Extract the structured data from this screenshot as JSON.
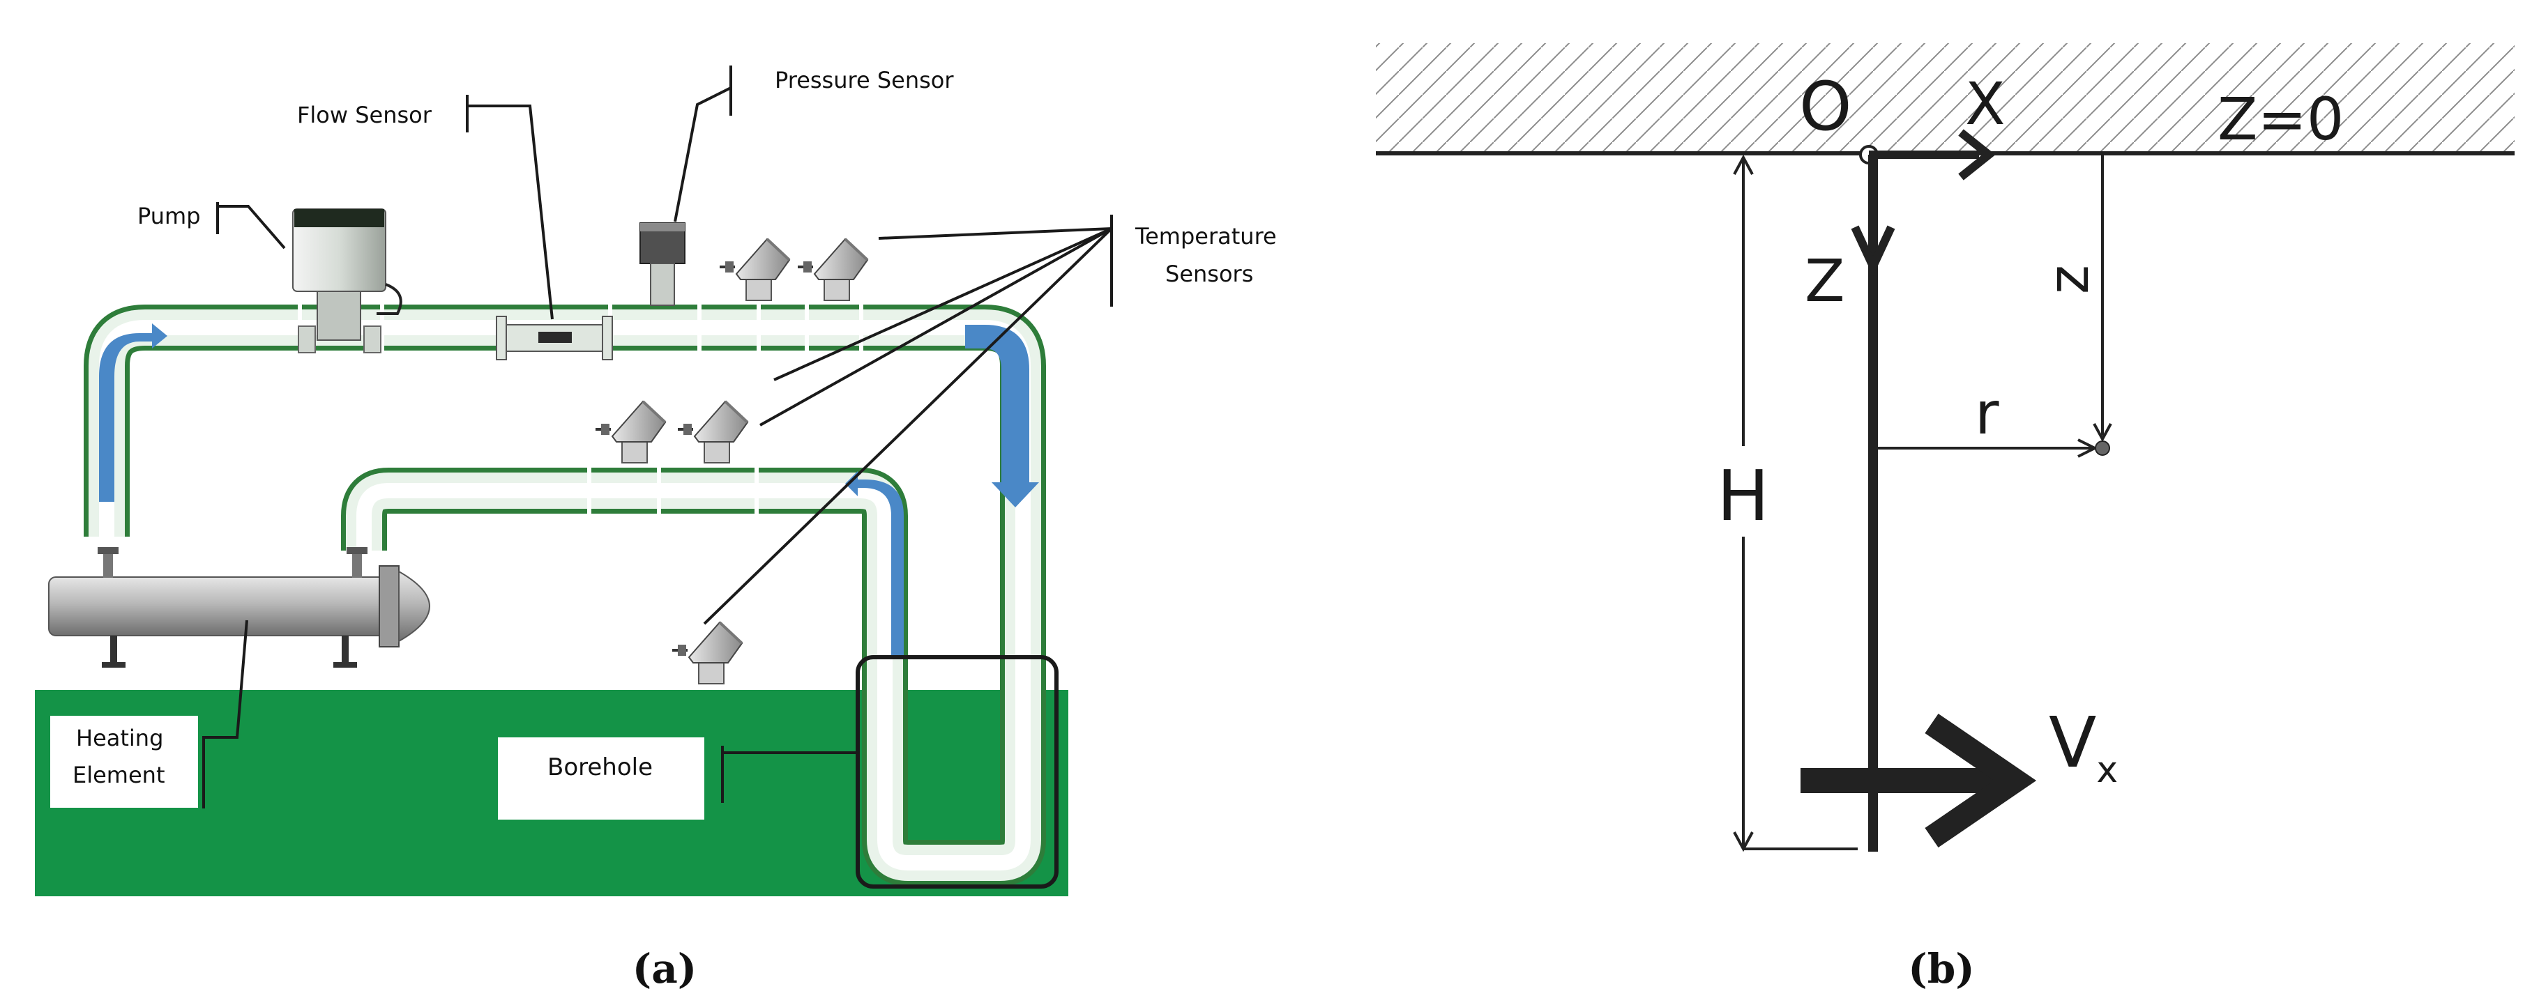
{
  "panel_a": {
    "labels": {
      "flow_sensor": "Flow Sensor",
      "pressure_sensor": "Pressure Sensor",
      "pump": "Pump",
      "temperature_sensors_line1": "Temperature",
      "temperature_sensors_line2": "Sensors",
      "heating_element_line1": "Heating",
      "heating_element_line2": "Element",
      "borehole": "Borehole"
    },
    "caption": "(a)",
    "colors": {
      "ground": "#149347",
      "flow_arrow": "#4a88c7",
      "pipe_edge": "#2e7d3a"
    }
  },
  "panel_b": {
    "labels": {
      "origin": "O",
      "x_axis": "X",
      "z_surface": "Z=0",
      "z_axis": "Z",
      "z_dist": "z",
      "radius": "r",
      "depth": "H",
      "velocity": "V",
      "velocity_sub": "x"
    },
    "caption": "(b)"
  }
}
